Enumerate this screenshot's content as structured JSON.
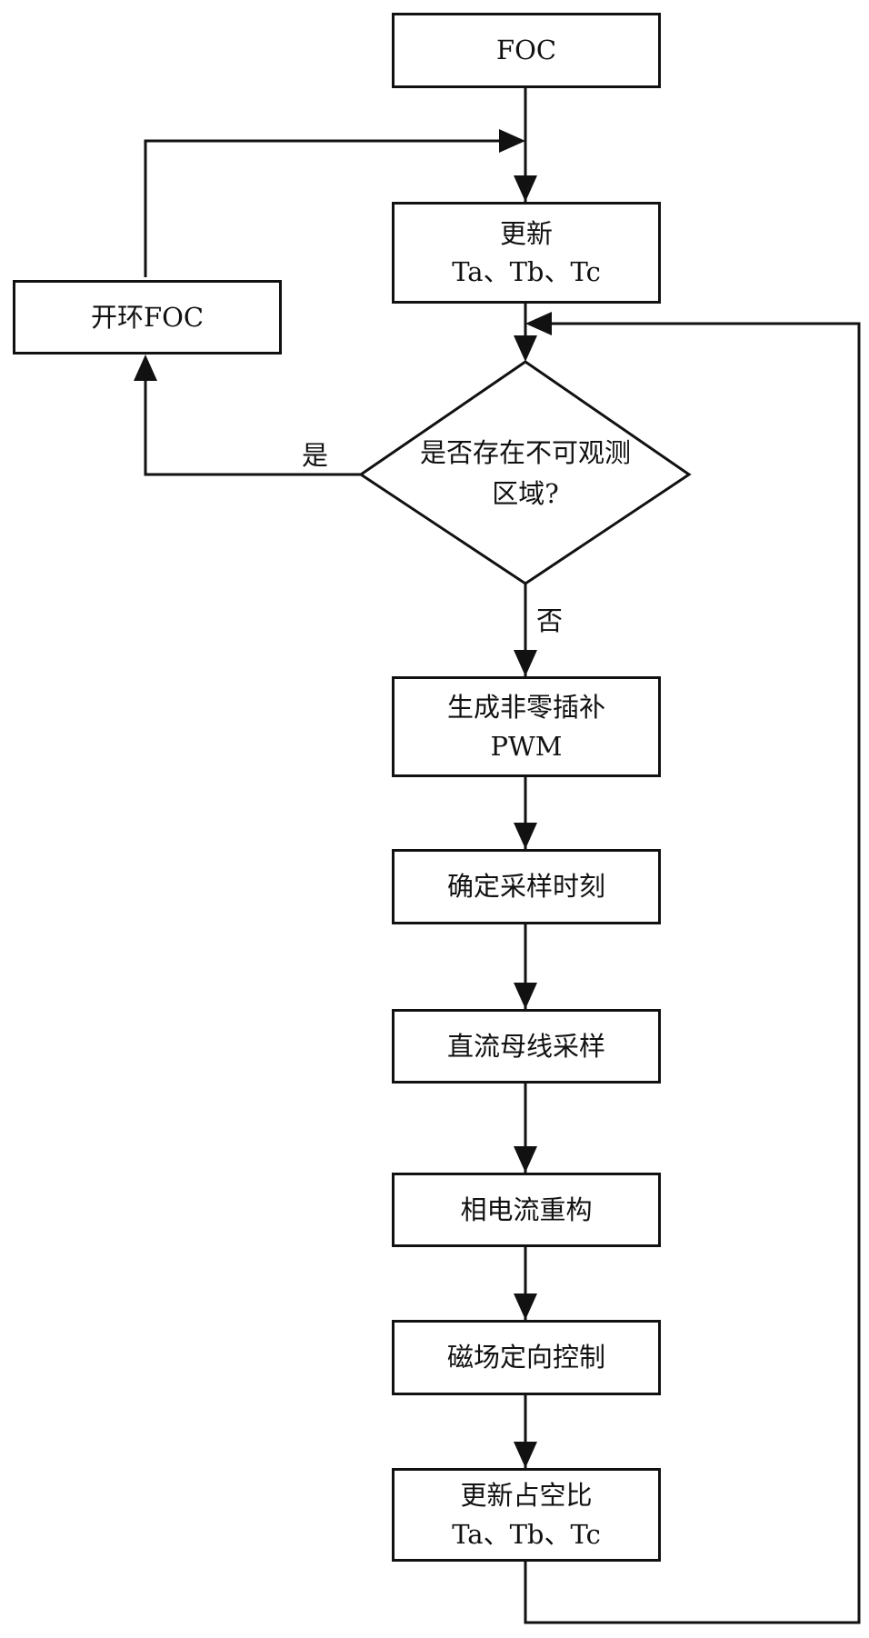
{
  "nodes": {
    "foc": "FOC",
    "update": {
      "line1": "更新",
      "line2": "Ta、Tb、Tc"
    },
    "open_loop": "开环FOC",
    "decision": {
      "line1": "是否存在不可观测",
      "line2": "区域?"
    },
    "gen_pwm": {
      "line1": "生成非零插补",
      "line2": "PWM"
    },
    "sample_time": "确定采样时刻",
    "dc_bus": "直流母线采样",
    "reconstruct": "相电流重构",
    "foc_control": "磁场定向控制",
    "update_duty": {
      "line1": "更新占空比",
      "line2": "Ta、Tb、Tc"
    }
  },
  "labels": {
    "yes": "是",
    "no": "否"
  }
}
